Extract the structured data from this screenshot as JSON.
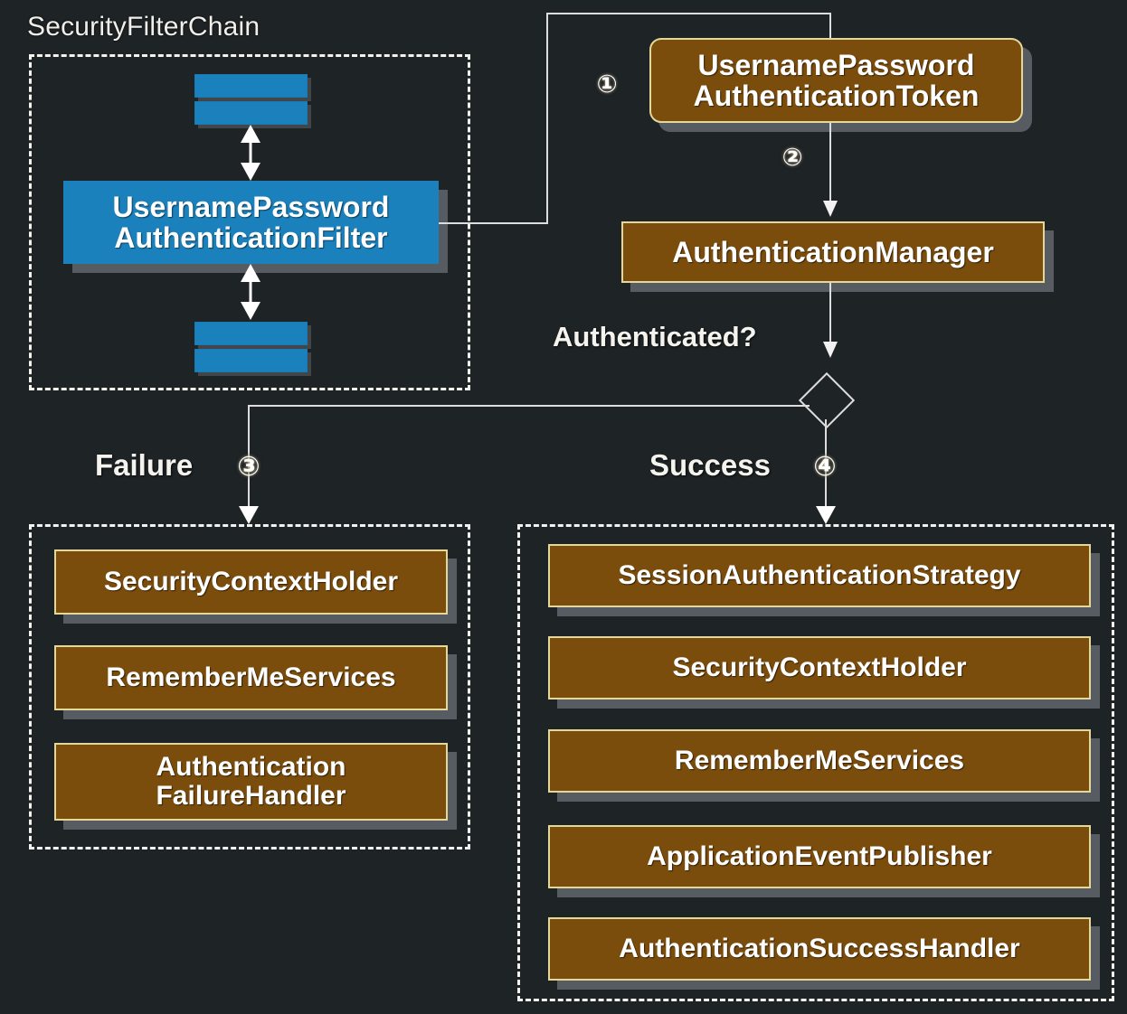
{
  "diagram": {
    "title": "Spring Security UsernamePasswordAuthenticationFilter flow",
    "colors": {
      "background": "#1e2326",
      "blue_node": "#1a81bc",
      "brown_node": "#7b4d0d",
      "brown_border": "#e3d79a",
      "line": "#dddddd",
      "text": "#ffffff",
      "badge_ring": "#e9d9b0"
    }
  },
  "filter_chain_group": {
    "title": "SecurityFilterChain",
    "main_node": {
      "line1": "UsernamePassword",
      "line2": "AuthenticationFilter"
    },
    "stubs": [
      {
        "name": "filter-stub-top-1"
      },
      {
        "name": "filter-stub-top-2"
      },
      {
        "name": "filter-stub-bottom-1"
      },
      {
        "name": "filter-stub-bottom-2"
      }
    ]
  },
  "auth_flow": {
    "token_node": {
      "line1": "UsernamePassword",
      "line2": "AuthenticationToken"
    },
    "manager_node": {
      "label": "AuthenticationManager"
    },
    "decision_label": "Authenticated?",
    "failure_label": "Failure",
    "success_label": "Success",
    "steps": {
      "one": "①",
      "two": "②",
      "three": "③",
      "four": "④"
    }
  },
  "failure_group": {
    "items": [
      {
        "label": "SecurityContextHolder",
        "lines": [
          "SecurityContextHolder"
        ]
      },
      {
        "label": "RememberMeServices",
        "lines": [
          "RememberMeServices"
        ]
      },
      {
        "label": "AuthenticationFailureHandler",
        "lines": [
          "Authentication",
          "FailureHandler"
        ]
      }
    ]
  },
  "success_group": {
    "items": [
      {
        "label": "SessionAuthenticationStrategy"
      },
      {
        "label": "SecurityContextHolder"
      },
      {
        "label": "RememberMeServices"
      },
      {
        "label": "ApplicationEventPublisher"
      },
      {
        "label": "AuthenticationSuccessHandler"
      }
    ]
  }
}
